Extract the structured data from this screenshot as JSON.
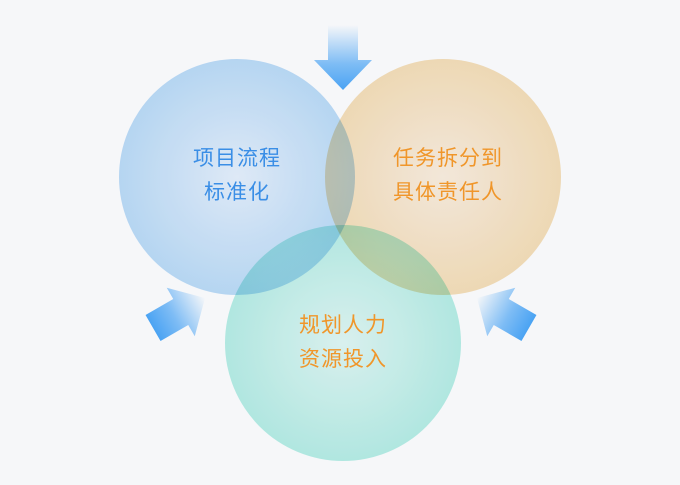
{
  "circles": [
    {
      "id": "blue",
      "lines": [
        "项目流程",
        "标准化"
      ],
      "text_color": "#3a8ee6",
      "fill": "#bcdcf7",
      "center": "#e6f1fc"
    },
    {
      "id": "orange",
      "lines": [
        "任务拆分到",
        "具体责任人"
      ],
      "text_color": "#f0962a",
      "fill": "#f6dfb9",
      "center": "#fbefdf"
    },
    {
      "id": "green",
      "lines": [
        "规划人力",
        "资源投入"
      ],
      "text_color": "#f0962a",
      "fill": "#abece2",
      "center": "#dcf7f2"
    }
  ],
  "arrow_color": "#4aa3f3",
  "background": "#f6f7f9"
}
